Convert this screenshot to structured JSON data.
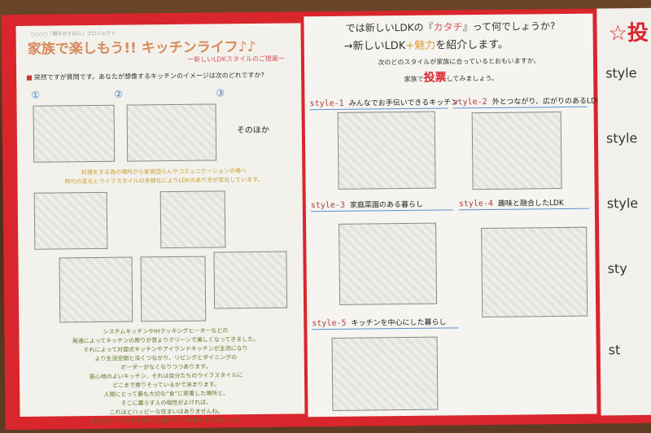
{
  "left": {
    "tag": "○○○○「親子のそばに」プロジェクト",
    "title": "家族で楽しもう!! キッチンライフ♪♪",
    "subtitle": "ー新しいLDKスタイルのご提案ー",
    "question": "突然ですが質問です。あなたが想像するキッチンのイメージは次のどれですか?",
    "options": [
      "①",
      "②",
      "③"
    ],
    "other": "そのほか",
    "yellow_text": [
      "料理をする為の場所から家族団らんやコミュニケーションの場へ",
      "時代の変化とライフスタイルの多様化によりLDKのあり方が変化しています。"
    ],
    "green_text": [
      "システムキッチンやIHクッキングヒーターなどの",
      "発達によってキッチンの周りが昔よりクリーンで美しくなってきました。",
      "それによって対面式キッチンやアイランドキッチンが主流になり",
      "より生活空間と深くつながり、リビングとダイニングの",
      "ボーダーがなくなりつつあります。",
      "居心地のよいキッチン、それは自分たちのライフスタイルに",
      "どこまで寄りそっているかで決まります。",
      "人間にとって最も大切な“食”に密着した場所と、",
      "そこに暮らす人の相性がよければ、",
      "これほどハッピーな住まいはありませんね。",
      "まずはライフスタイル別にLDKプランを考えてみましょう。"
    ]
  },
  "middle": {
    "headline_a": "では新しいLDKの『",
    "headline_em": "カタチ",
    "headline_b": "』って何でしょうか?",
    "line2_a": "→新しいLDK",
    "line2_em": "+魅力",
    "line2_b": "を紹介します。",
    "line3": "次のどのスタイルが家族に合っているとおもいますか。",
    "line4_a": "家族で",
    "line4_em": "投票",
    "line4_b": "してみましょう。",
    "styles": [
      {
        "num": "style-1",
        "label": "みんなでお手伝いできるキッチン"
      },
      {
        "num": "style-2",
        "label": "外とつながり、広がりのあるLDK"
      },
      {
        "num": "style-3",
        "label": "家庭菜園のある暮らし"
      },
      {
        "num": "style-4",
        "label": "趣味と融合したLDK"
      },
      {
        "num": "style-5",
        "label": "キッチンを中心にした暮らし"
      }
    ]
  },
  "right": {
    "star": "☆投",
    "labels": [
      "style",
      "style",
      "style",
      "sty",
      "st"
    ]
  }
}
